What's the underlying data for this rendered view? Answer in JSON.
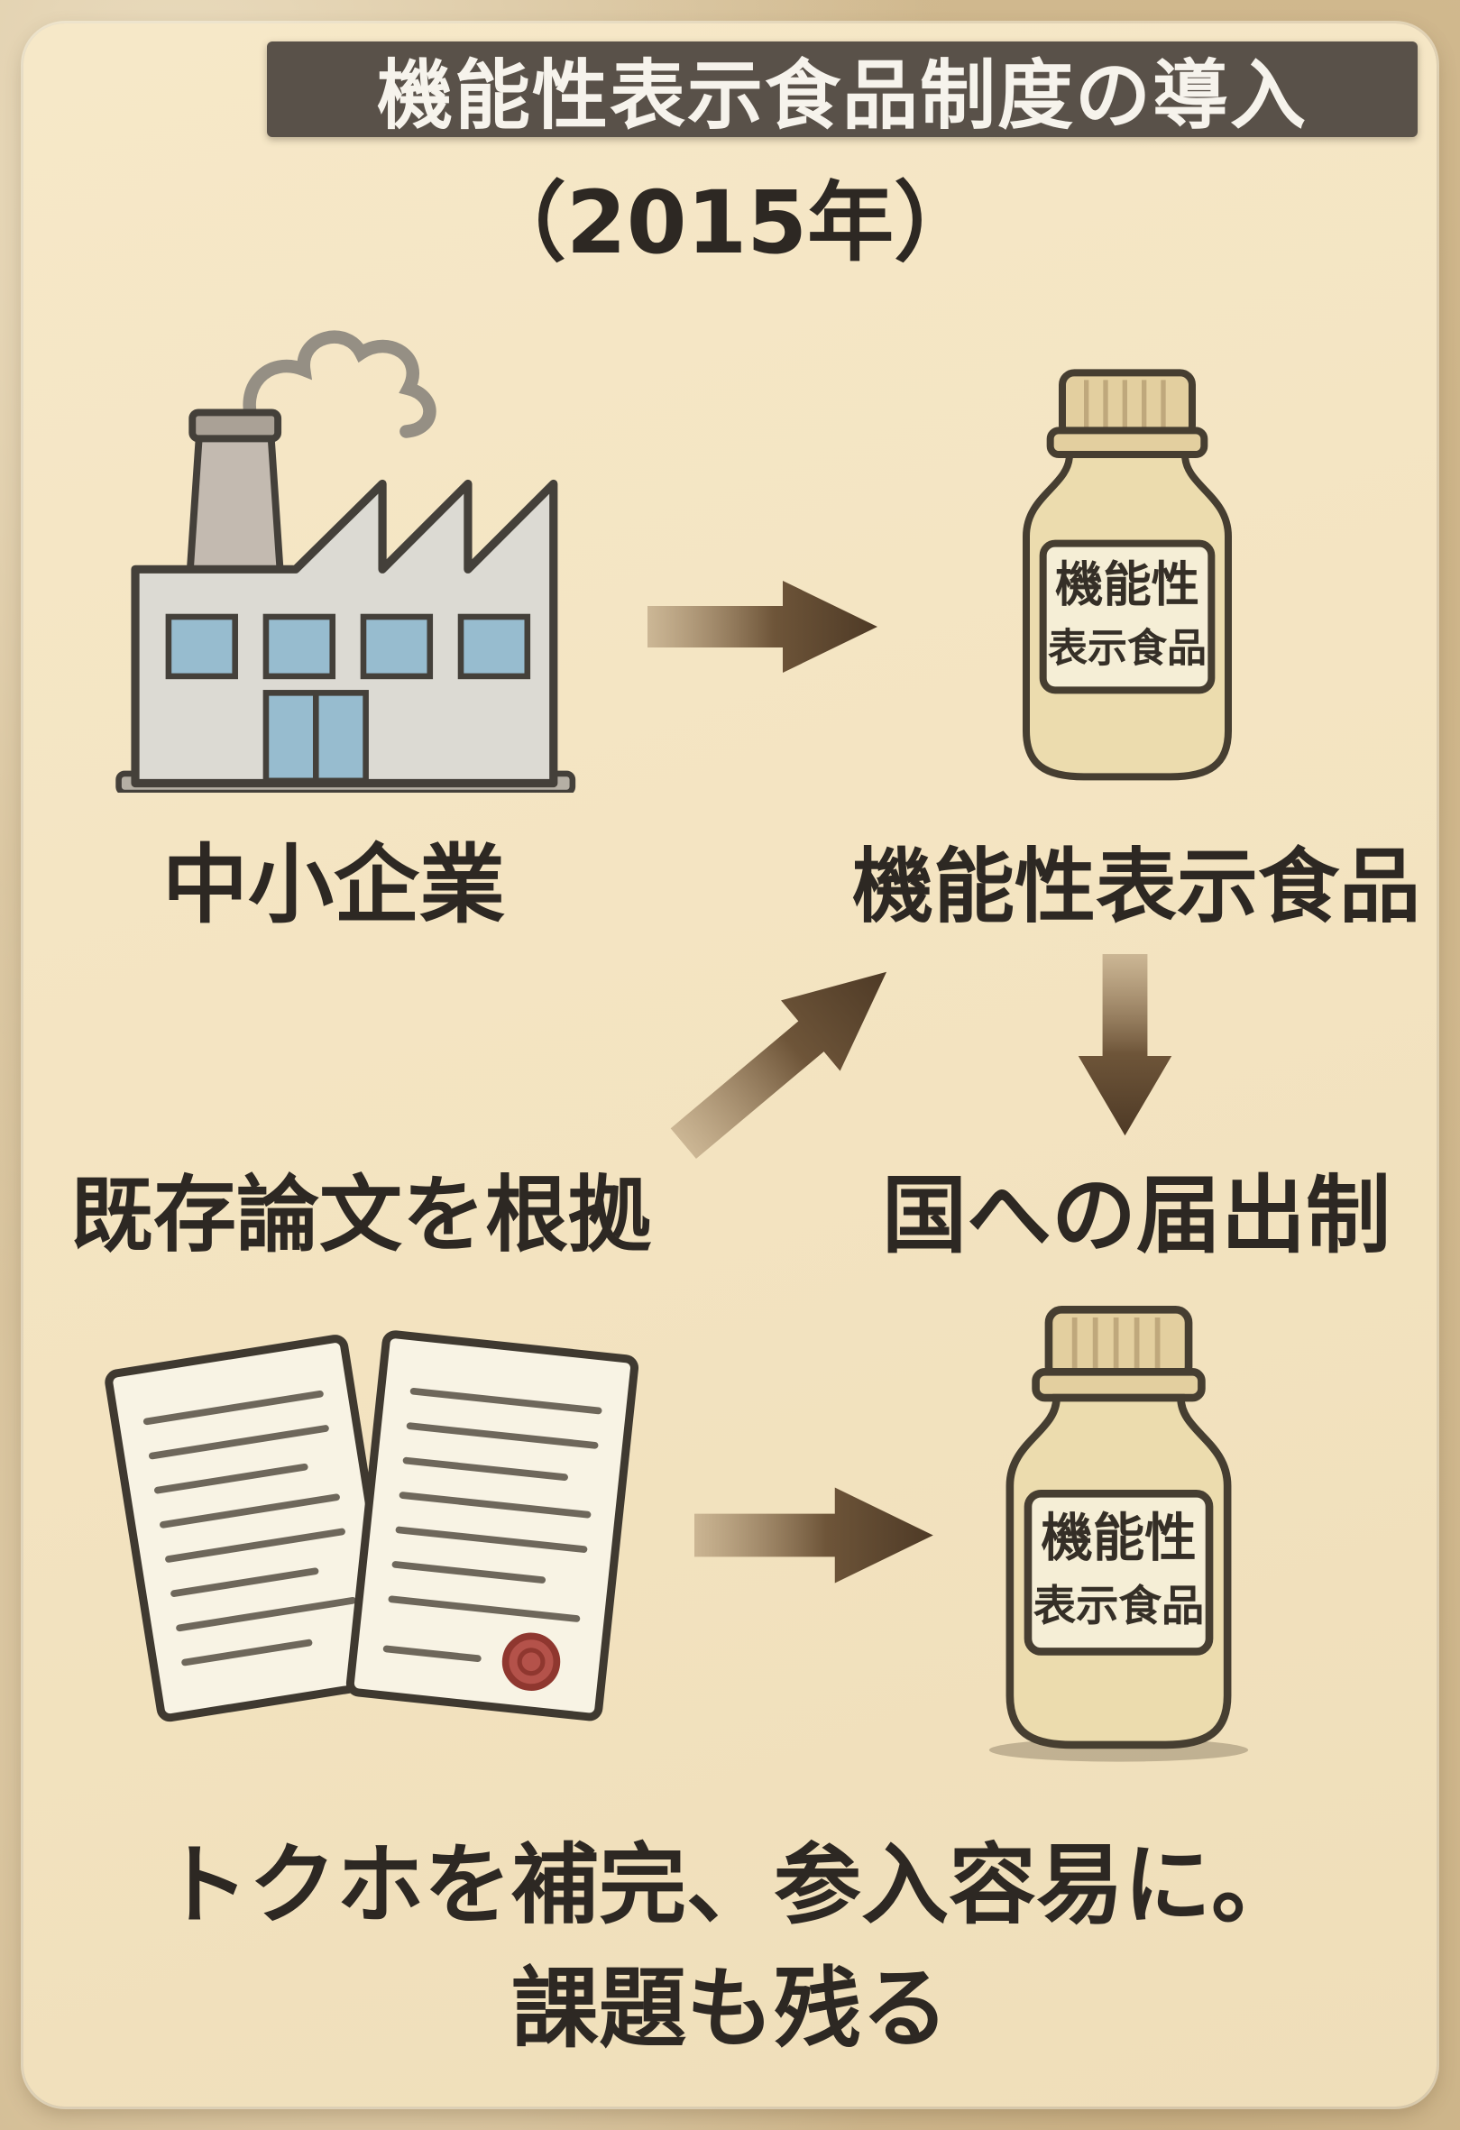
{
  "title": "機能性表示食品制度の導入",
  "subtitle": "（2015年）",
  "flow": {
    "factory_label": "中小企業",
    "bottle_caption": "機能性表示食品",
    "evidence_label": "既存論文を根拠",
    "notification_label": "国への届出制"
  },
  "bottle_label": {
    "line1": "機能性",
    "line2": "表示食品"
  },
  "footer": {
    "line1": "トクホを補完、参入容易に。",
    "line2": "課題も残る"
  },
  "icons": {
    "factory": "factory-icon",
    "bottle": "supplement-bottle-icon",
    "documents": "documents-icon",
    "arrow_right": "arrow-right-icon",
    "arrow_down": "arrow-down-icon",
    "arrow_up_right": "arrow-up-right-icon"
  },
  "colors": {
    "background": "#d2bb92",
    "panel": "#f3e4c2",
    "title_bar_bg": "#595149",
    "title_text": "#f6f3ec",
    "text": "#2d2823",
    "arrow_light": "#9b7f5e",
    "arrow_dark": "#4e3a26",
    "bottle_body": "#ecdcae",
    "bottle_label_bg": "#f5eed6",
    "factory_body": "#dcdad3",
    "window_blue": "#97bccf",
    "paper": "#f8f3e4",
    "seal_red": "#9c4038"
  }
}
